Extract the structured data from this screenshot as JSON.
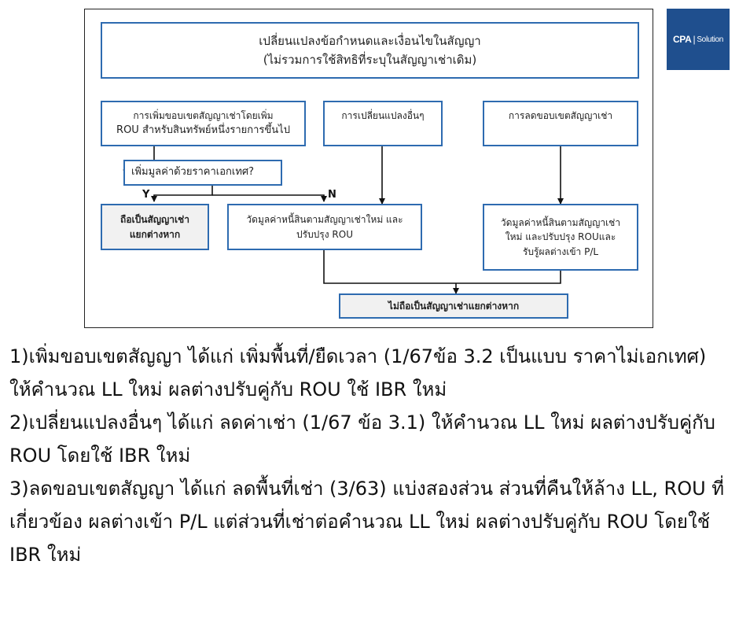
{
  "logo": {
    "brand": "CPA",
    "suffix": "Solution"
  },
  "diagram": {
    "title": {
      "line1": "เปลี่ยนแปลงข้อกำหนดและเงื่อนไขในสัญญา",
      "line2": "(ไม่รวมการใช้สิทธิที่ระบุในสัญญาเช่าเดิม)"
    },
    "increase_scope": {
      "line1": "การเพิ่มขอบเขตสัญญาเช่าโดยเพิ่ม",
      "line2": "ROU สำหรับสินทรัพย์หนึ่งรายการขึ้นไป"
    },
    "other_change": {
      "line1": "การเปลี่ยนแปลงอื่นๆ"
    },
    "decrease_scope": {
      "line1": "การลดขอบเขตสัญญาเช่า"
    },
    "question": {
      "line1": "เพิ่มมูลค่าด้วยราคาเอกเทศ?"
    },
    "yes_label": "Y",
    "no_label": "N",
    "separate_lease": {
      "line1": "ถือเป็นสัญญาเช่า",
      "line2": "แยกต่างหาก"
    },
    "remeasure": {
      "line1": "วัดมูลค่าหนี้สินตามสัญญาเช่าใหม่ และ",
      "line2": "ปรับปรุง ROU"
    },
    "remeasure_pl": {
      "line1": "วัดมูลค่าหนี้สินตามสัญญาเช่า",
      "line2": "ใหม่ และปรับปรุง ROUและ",
      "line3": "รับรู้ผลต่างเข้า P/L"
    },
    "not_separate": {
      "line1": "ไม่ถือเป็นสัญญาเช่าแยกต่างหาก"
    }
  },
  "notes": {
    "p1": "1)เพิ่มขอบเขตสัญญา ได้แก่ เพิ่มพื้นที่/ยืดเวลา (1/67ข้อ 3.2 เป็นแบบ ราคาไม่เอกเทศ) ให้คำนวณ LL ใหม่ ผลต่างปรับคู่กับ ROU ใช้ IBR ใหม่",
    "p2": "2)เปลี่ยนแปลงอื่นๆ ได้แก่ ลดค่าเช่า (1/67 ข้อ 3.1) ให้คำนวณ LL ใหม่ ผลต่างปรับคู่กับ ROU โดยใช้ IBR ใหม่",
    "p3": "3)ลดขอบเขตสัญญา ได้แก่ ลดพื้นที่เช่า (3/63) แบ่งสองส่วน ส่วนที่คืนให้ล้าง LL, ROU ที่เกี่ยวข้อง ผลต่างเข้า P/L แต่ส่วนที่เช่าต่อคำนวณ LL ใหม่ ผลต่างปรับคู่กับ ROU โดยใช้ IBR ใหม่"
  }
}
